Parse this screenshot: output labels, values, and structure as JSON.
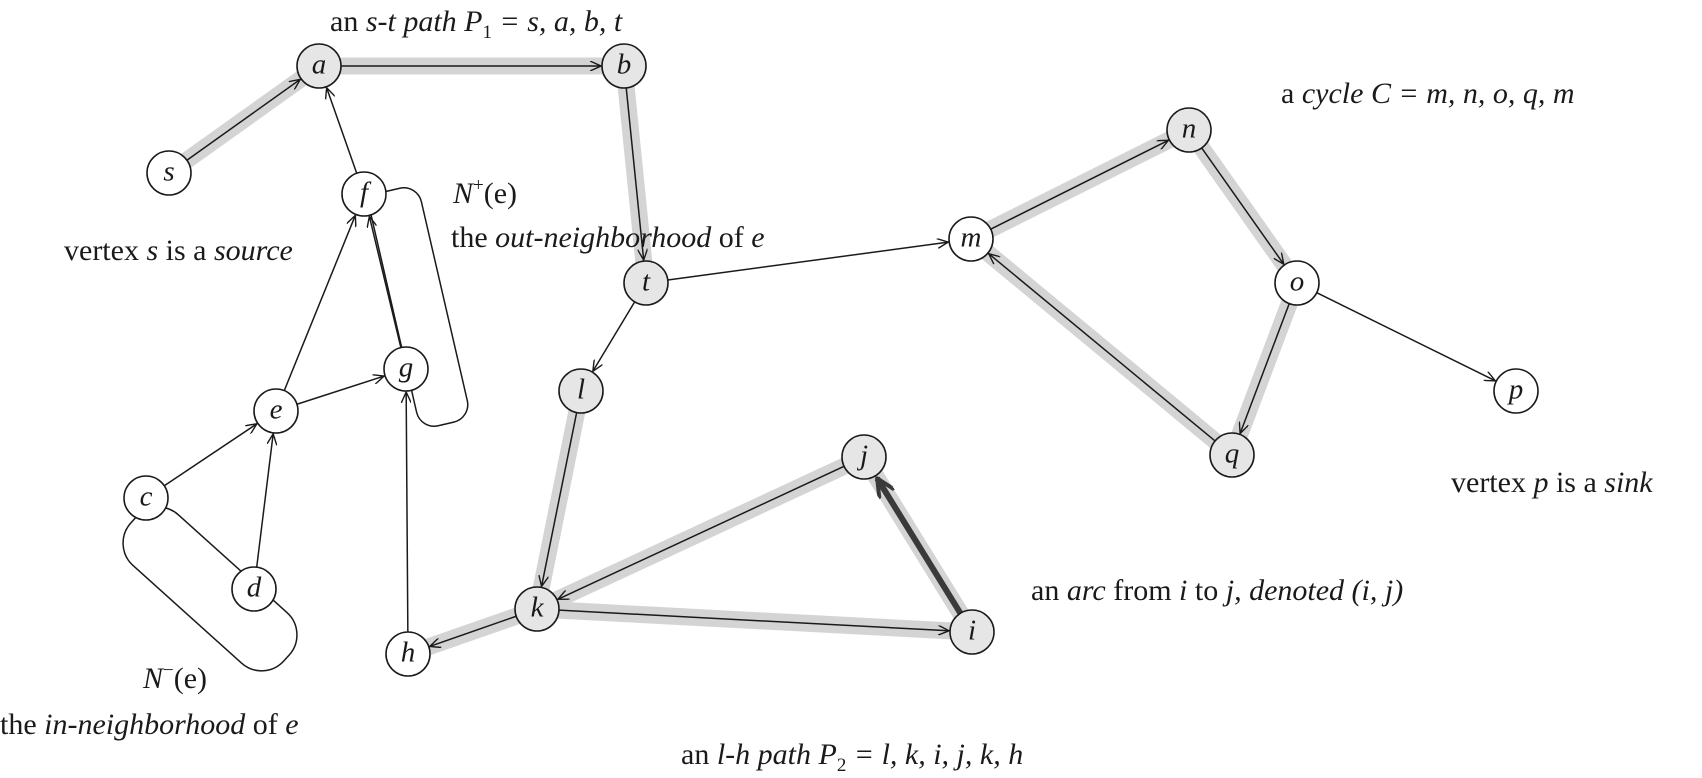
{
  "nodes": [
    {
      "id": "s",
      "label": "s",
      "highlight": false
    },
    {
      "id": "a",
      "label": "a",
      "highlight": true
    },
    {
      "id": "b",
      "label": "b",
      "highlight": true
    },
    {
      "id": "t",
      "label": "t",
      "highlight": true
    },
    {
      "id": "f",
      "label": "f",
      "highlight": false
    },
    {
      "id": "g",
      "label": "g",
      "highlight": false
    },
    {
      "id": "e",
      "label": "e",
      "highlight": false
    },
    {
      "id": "c",
      "label": "c",
      "highlight": false
    },
    {
      "id": "d",
      "label": "d",
      "highlight": false
    },
    {
      "id": "h",
      "label": "h",
      "highlight": false
    },
    {
      "id": "l",
      "label": "l",
      "highlight": true
    },
    {
      "id": "k",
      "label": "k",
      "highlight": true
    },
    {
      "id": "j",
      "label": "j",
      "highlight": true
    },
    {
      "id": "i",
      "label": "i",
      "highlight": true
    },
    {
      "id": "m",
      "label": "m",
      "highlight": false
    },
    {
      "id": "n",
      "label": "n",
      "highlight": true
    },
    {
      "id": "o",
      "label": "o",
      "highlight": false
    },
    {
      "id": "q",
      "label": "q",
      "highlight": true
    },
    {
      "id": "p",
      "label": "p",
      "highlight": false
    }
  ],
  "arcs": [
    {
      "from": "s",
      "to": "a"
    },
    {
      "from": "a",
      "to": "b"
    },
    {
      "from": "b",
      "to": "t"
    },
    {
      "from": "f",
      "to": "a"
    },
    {
      "from": "e",
      "to": "f"
    },
    {
      "from": "g",
      "to": "f"
    },
    {
      "from": "e",
      "to": "g"
    },
    {
      "from": "c",
      "to": "e"
    },
    {
      "from": "d",
      "to": "e"
    },
    {
      "from": "h",
      "to": "g"
    },
    {
      "from": "t",
      "to": "m"
    },
    {
      "from": "t",
      "to": "l"
    },
    {
      "from": "l",
      "to": "k"
    },
    {
      "from": "k",
      "to": "h"
    },
    {
      "from": "k",
      "to": "i"
    },
    {
      "from": "i",
      "to": "j",
      "bold": true
    },
    {
      "from": "j",
      "to": "k"
    },
    {
      "from": "m",
      "to": "n"
    },
    {
      "from": "n",
      "to": "o"
    },
    {
      "from": "o",
      "to": "q"
    },
    {
      "from": "q",
      "to": "m"
    },
    {
      "from": "o",
      "to": "p"
    }
  ],
  "paths": {
    "P1": [
      "s",
      "a",
      "b",
      "t"
    ],
    "P2": [
      "l",
      "k",
      "i",
      "j",
      "k",
      "h"
    ],
    "C": [
      "m",
      "n",
      "o",
      "q",
      "m"
    ]
  },
  "captions": {
    "p1": {
      "prefix": "an ",
      "term": "s-t path",
      "name": "P",
      "sub": "1",
      "rest": " = s, a, b, t"
    },
    "cycle": {
      "prefix": "a ",
      "term": "cycle",
      "rest": " C = m, n, o, q, m"
    },
    "source": {
      "prefix": "vertex ",
      "var": "s",
      "mid": " is a ",
      "term": "source"
    },
    "out_nbhd": {
      "line1_name": "N",
      "line1_sup": "+",
      "line1_rest": "(e)",
      "line2_prefix": "the ",
      "line2_term": "out-neighborhood",
      "line2_rest": " of ",
      "line2_var": "e"
    },
    "sink": {
      "prefix": "vertex ",
      "var": "p",
      "mid": " is a ",
      "term": "sink"
    },
    "arc": {
      "prefix": "an ",
      "term": "arc",
      "mid1": " from ",
      "v1": "i",
      "mid2": " to ",
      "v2": "j",
      "rest": ", denoted (i, j)"
    },
    "in_nbhd": {
      "line1_name": "N",
      "line1_sup": "−",
      "line1_rest": "(e)",
      "line2_prefix": "the ",
      "line2_term": "in-neighborhood",
      "line2_rest": " of ",
      "line2_var": "e"
    },
    "p2": {
      "prefix": "an ",
      "term": "l-h path",
      "name": "P",
      "sub": "2",
      "rest": " = l, k, i, j, k, h"
    }
  },
  "colors": {
    "highlight": "#d4d4d4",
    "ink": "#1a1a1a",
    "bold_arc": "#3a3a3a"
  }
}
